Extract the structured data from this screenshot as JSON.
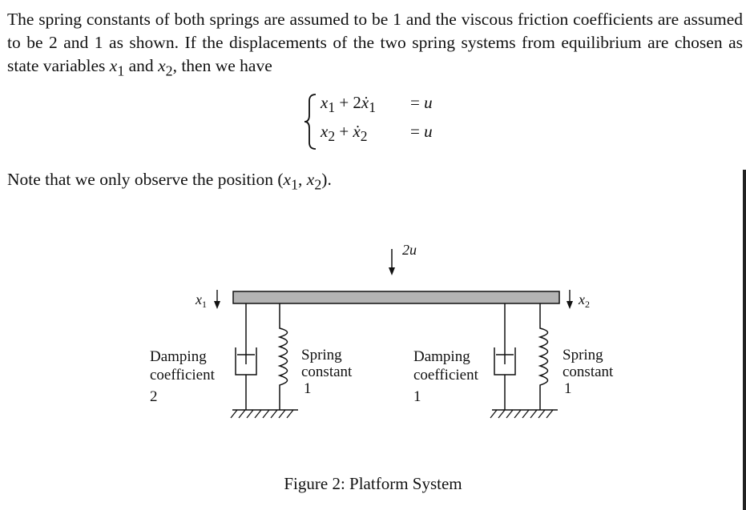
{
  "paragraph1": {
    "t1": "The spring constants of both springs are assumed to be 1 and the viscous friction coefficients are assumed to be 2 and 1 as shown. If the displacements of the two spring systems from equilibrium are chosen as state variables ",
    "x1": "x",
    "s1": "1",
    "and": " and ",
    "x2": "x",
    "s2": "2",
    "t2": ", then we have"
  },
  "equations": [
    {
      "lhs_a": "x",
      "lhs_sub_a": "1",
      "lhs_op": " + 2",
      "lhs_b": "ẋ",
      "lhs_sub_b": "1",
      "rhs_eq": "= ",
      "rhs_var": "u"
    },
    {
      "lhs_a": "x",
      "lhs_sub_a": "2",
      "lhs_op": " + ",
      "lhs_b": "ẋ",
      "lhs_sub_b": "2",
      "rhs_eq": "= ",
      "rhs_var": "u"
    }
  ],
  "paragraph2": {
    "t1": "Note that we only observe the position (",
    "x1": "x",
    "s1": "1",
    "comma": ", ",
    "x2": "x",
    "s2": "2",
    "t2": ")."
  },
  "figure": {
    "force_label": "2u",
    "left_disp_label": "x",
    "left_disp_sub": "1",
    "right_disp_label": "x",
    "right_disp_sub": "2",
    "left_damper": {
      "line1": "Damping",
      "line2": "coefficient",
      "value": "2"
    },
    "left_spring": {
      "line1": "Spring",
      "line2": "constant",
      "value": "1"
    },
    "right_damper": {
      "line1": "Damping",
      "line2": "coefficient",
      "value": "1"
    },
    "right_spring": {
      "line1": "Spring",
      "line2": "constant",
      "value": "1"
    },
    "caption": "Figure 2: Platform System"
  }
}
